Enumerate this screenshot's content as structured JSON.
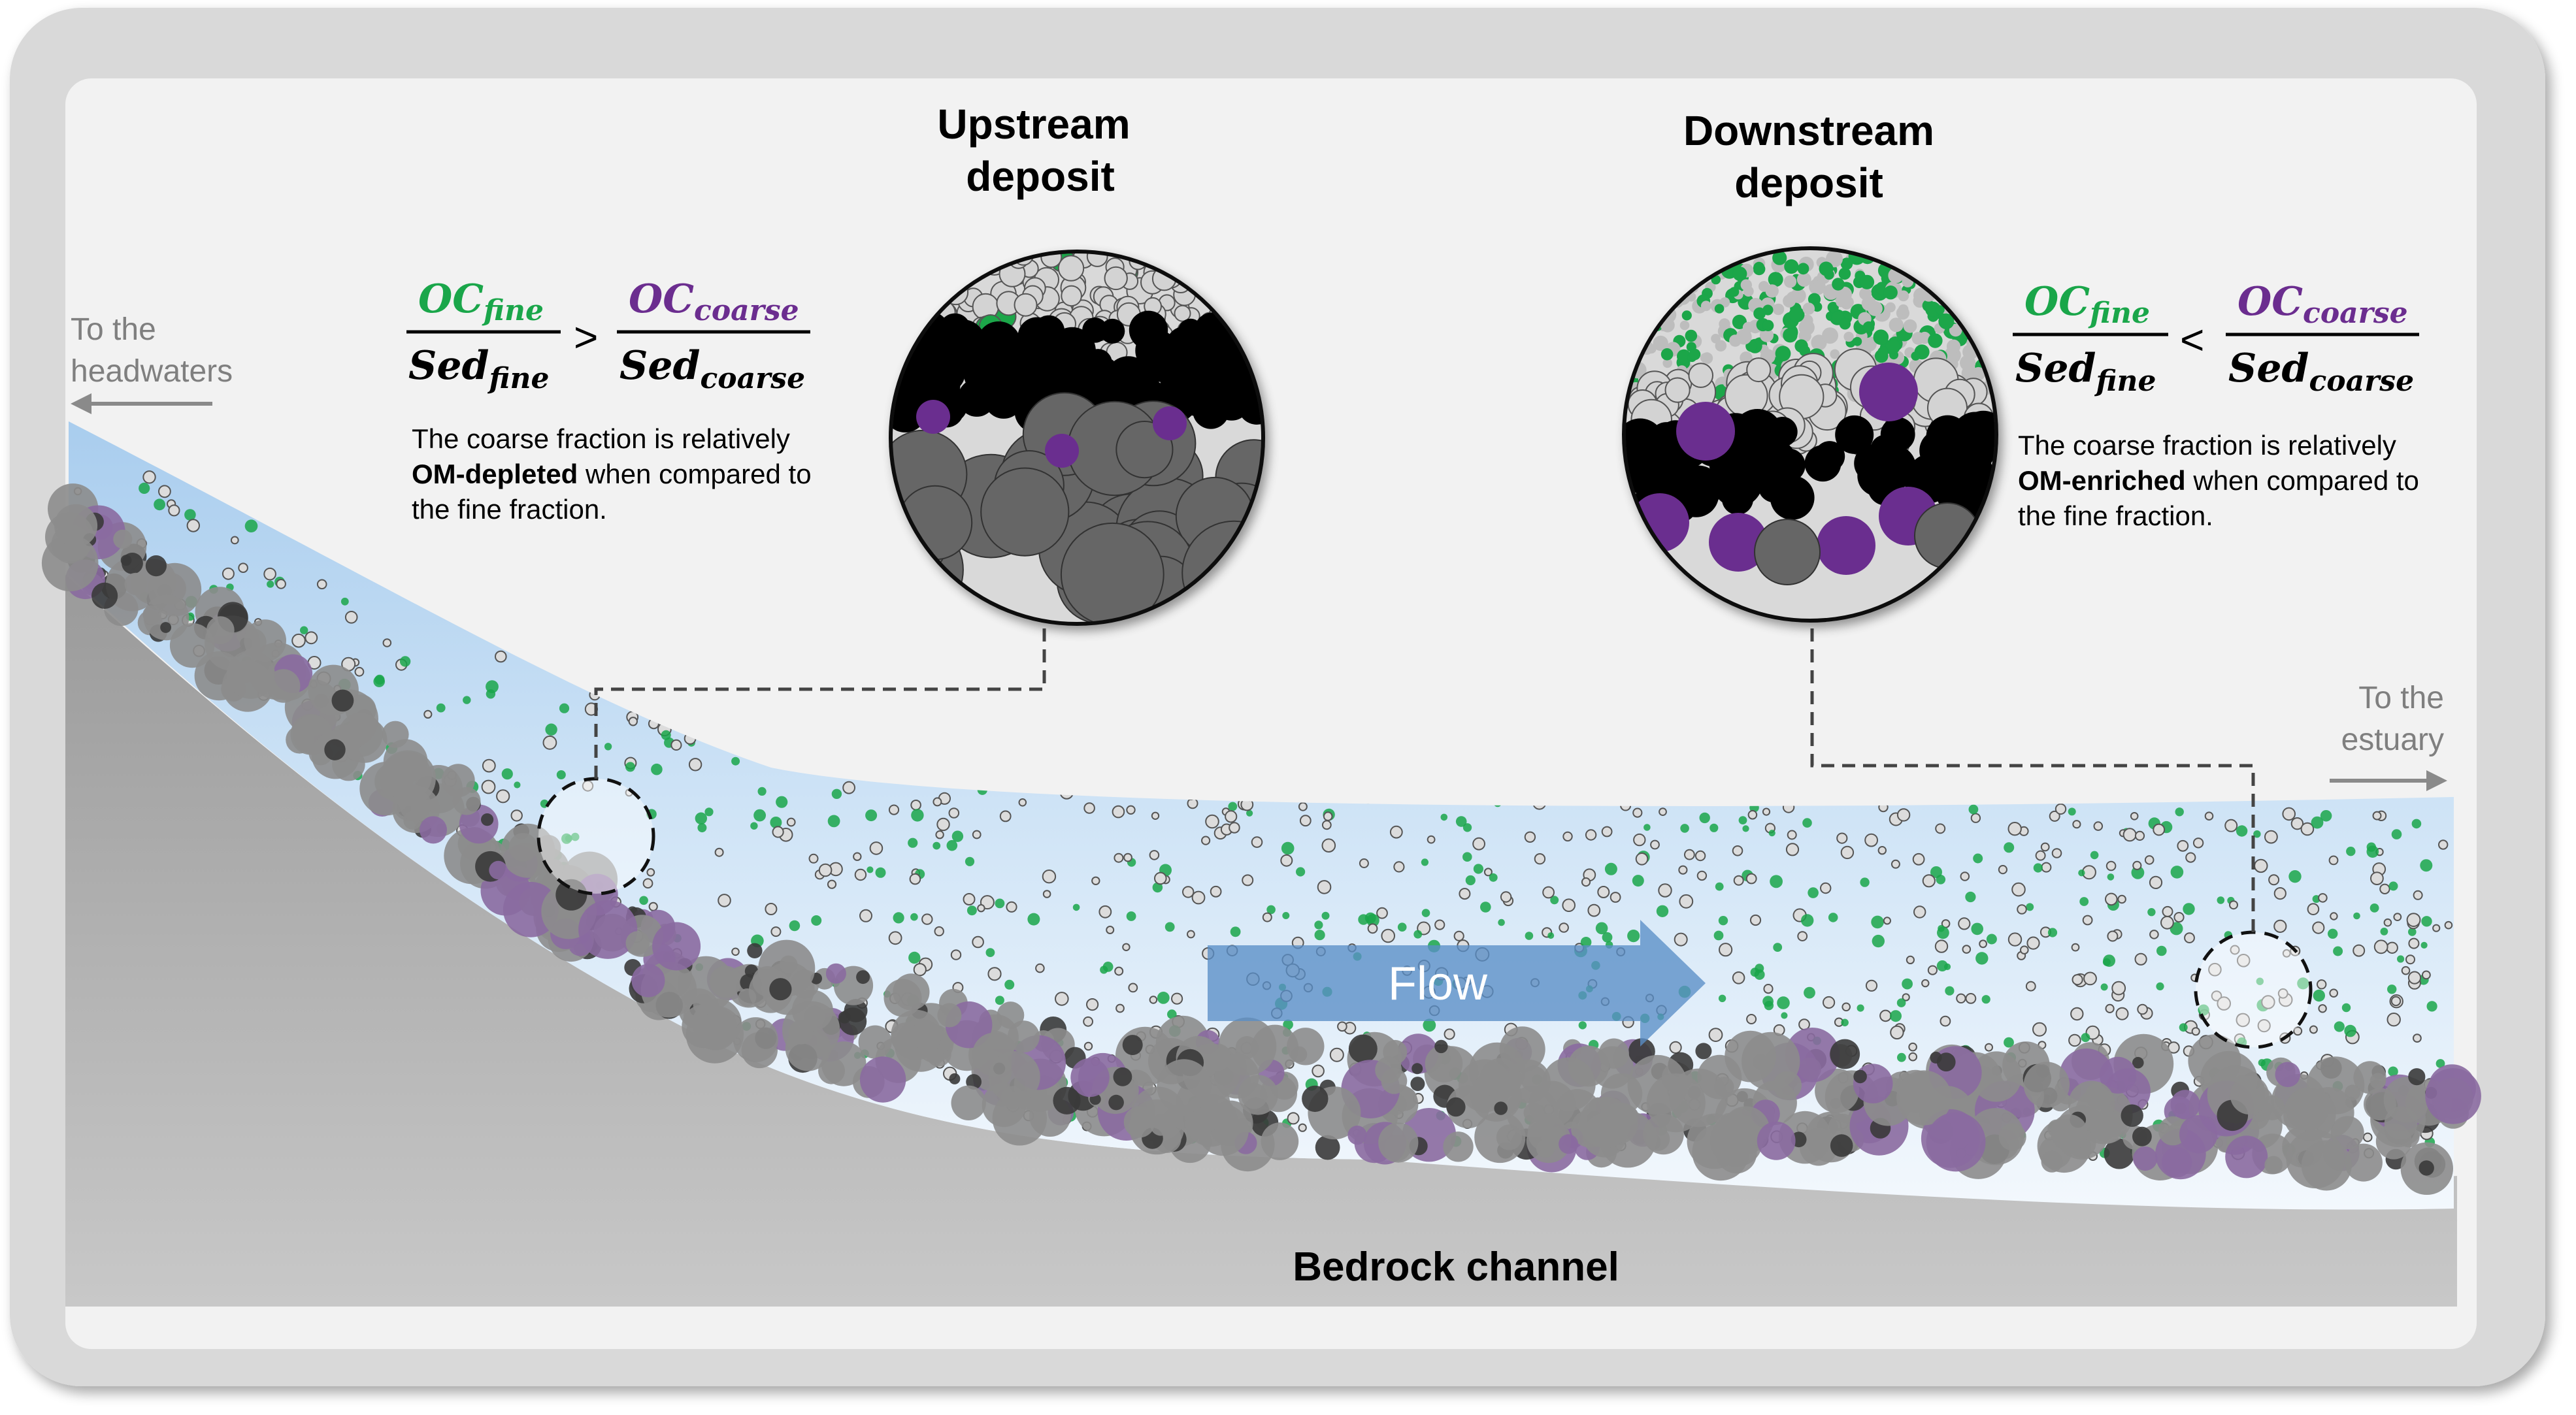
{
  "colors": {
    "fine_oc": "#1aa64a",
    "coarse_oc": "#6b2d8f",
    "water_top": "#a9cdee",
    "water_bottom": "#eef5fc",
    "bedrock": "#a6a6a6",
    "grain_gray": "#8c8c8c",
    "grain_dark": "#3a3a3a",
    "grain_purple": "#8a6aa0",
    "frame": "#d9d9d9",
    "panel": "#f2f2f2"
  },
  "labels": {
    "to_headwaters_1": "To the",
    "to_headwaters_2": "headwaters",
    "to_estuary_1": "To the",
    "to_estuary_2": "estuary",
    "flow": "Flow",
    "bedrock": "Bedrock channel"
  },
  "upstream": {
    "title_1": "Upstream",
    "title_2": "deposit",
    "numerator_left": "OC",
    "numerator_left_sub": "fine",
    "denominator_left": "Sed",
    "denominator_left_sub": "fine",
    "comparator": ">",
    "numerator_right": "OC",
    "numerator_right_sub": "coarse",
    "denominator_right": "Sed",
    "denominator_right_sub": "coarse",
    "caption_1": "The coarse fraction is relatively",
    "caption_2_bold": "OM-depleted",
    "caption_2_rest": " when compared to",
    "caption_3": "the fine fraction."
  },
  "downstream": {
    "title_1": "Downstream",
    "title_2": "deposit",
    "numerator_left": "OC",
    "numerator_left_sub": "fine",
    "denominator_left": "Sed",
    "denominator_left_sub": "fine",
    "comparator": "<",
    "numerator_right": "OC",
    "numerator_right_sub": "coarse",
    "denominator_right": "Sed",
    "denominator_right_sub": "coarse",
    "caption_1": "The coarse fraction is relatively",
    "caption_2_bold": "OM-enriched",
    "caption_2_rest": " when compared to",
    "caption_3": "the fine fraction."
  },
  "icons": {
    "left_arrow": "arrow-left-icon",
    "right_arrow": "arrow-right-icon",
    "flow_arrow": "flow-arrow-icon"
  }
}
